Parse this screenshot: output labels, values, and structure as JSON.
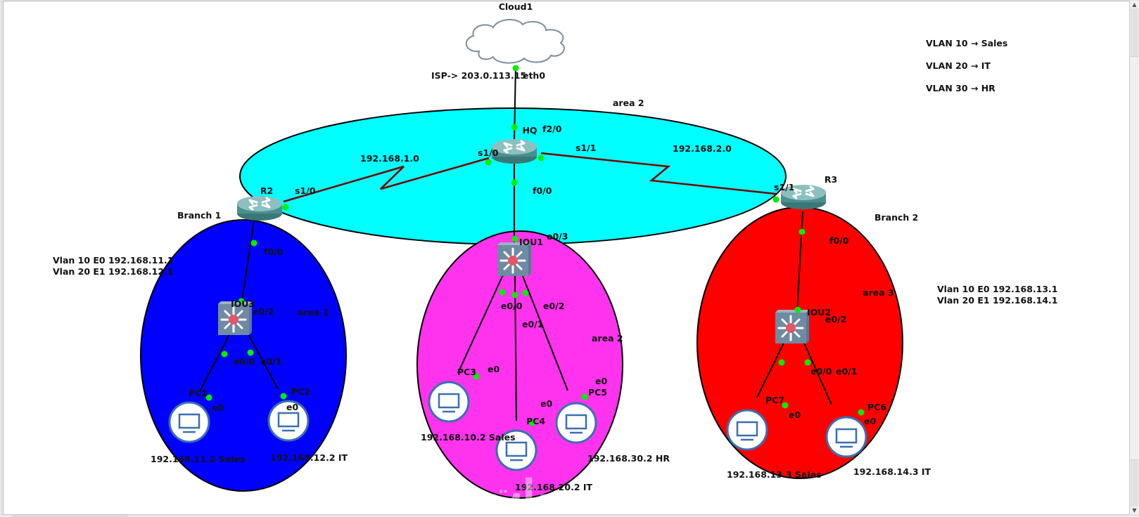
{
  "colors": {
    "area_core": "#00ffff",
    "area_branch1": "#0000ff",
    "area_hq_lan": "#ff33ee",
    "area_branch2": "#ff0000",
    "serial_link": "#7a0000",
    "ethernet_link": "#000000",
    "port_dot": "#00ee00",
    "router_body": "#4a8f8f",
    "switch_body": "#6f8aa3",
    "pc_ring": "#3a6fb0"
  },
  "cloud": {
    "name": "Cloud1",
    "port": "eth0",
    "isp_label": "ISP-> 203.0.113.15",
    "icon": "cloud-icon"
  },
  "legend": {
    "items": [
      "VLAN 10 → Sales",
      "VLAN 20 → IT",
      "VLAN 30 → HR"
    ]
  },
  "areas": {
    "core": "area 2",
    "branch1": "area 1",
    "hq_lan": "area 2",
    "branch2": "area 3"
  },
  "routers": {
    "hq": {
      "name": "HQ",
      "ports": {
        "up": "f2/0",
        "left": "s1/0",
        "right": "s1/1",
        "down": "f0/0"
      },
      "icon": "router-icon"
    },
    "r2": {
      "name": "R2",
      "site": "Branch 1",
      "ports": {
        "serial": "s1/0",
        "lan": "f0/0"
      },
      "icon": "router-icon"
    },
    "r3": {
      "name": "R3",
      "site": "Branch 2",
      "ports": {
        "serial": "s1/1",
        "lan": "f0/0"
      },
      "icon": "router-icon"
    }
  },
  "networks": {
    "left_wan": "192.168.1.0",
    "right_wan": "192.168.2.0"
  },
  "switches": {
    "iou1": {
      "name": "IOU1",
      "ports": {
        "up": "e0/3",
        "p0": "e0/0",
        "p1": "e0/1",
        "p2": "e0/2"
      },
      "icon": "switch-icon"
    },
    "iou3": {
      "name": "IOU3",
      "ports": {
        "up": "e0/2",
        "p0": "e0/0",
        "p1": "e0/1"
      },
      "icon": "switch-icon"
    },
    "iou2": {
      "name": "IOU2",
      "ports": {
        "up": "e0/2",
        "p0": "e0/0",
        "p1": "e0/1"
      },
      "icon": "switch-icon"
    }
  },
  "subinterfaces": {
    "branch1": [
      "Vlan 10 E0 192.168.11.1",
      "Vlan 20 E1 192.168.12.1"
    ],
    "branch2": [
      "Vlan 10 E0 192.168.13.1",
      "Vlan 20 E1 192.168.14.1"
    ]
  },
  "pcs": [
    {
      "name": "PC1",
      "port": "e0",
      "label": "192.168.11.2 Sales",
      "icon": "pc-icon"
    },
    {
      "name": "PC2",
      "port": "e0",
      "label": "192.168.12.2 IT",
      "icon": "pc-icon"
    },
    {
      "name": "PC3",
      "port": "e0",
      "label": "192.168.10.2 Sales",
      "icon": "pc-icon"
    },
    {
      "name": "PC4",
      "port": "e0",
      "label": "192.168.20.2 IT",
      "icon": "pc-icon"
    },
    {
      "name": "PC5",
      "port": "e0",
      "label": "192.168.30.2 HR",
      "icon": "pc-icon"
    },
    {
      "name": "PC7",
      "port": "e0",
      "label": "192.168.13.3 Sales",
      "icon": "pc-icon"
    },
    {
      "name": "PC6",
      "port": "e0",
      "label": "192.168.14.3 IT",
      "icon": "pc-icon"
    }
  ],
  "watermark": "خمسات"
}
